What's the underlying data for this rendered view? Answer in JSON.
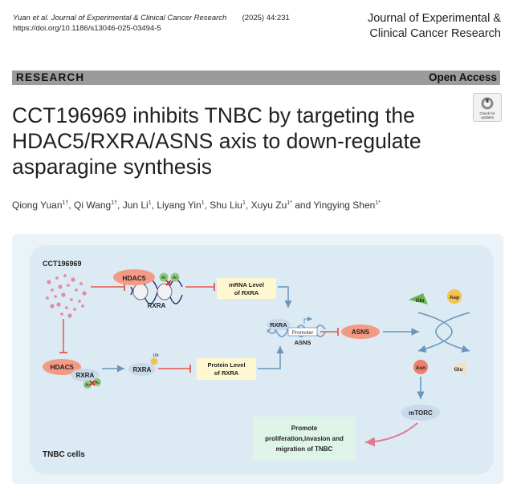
{
  "header": {
    "citation_authors": "Yuan et al.",
    "citation_journal": "Journal of Experimental & Clinical Cancer Research",
    "citation_volume": "(2025) 44:231",
    "doi": "https://doi.org/10.1186/s13046-025-03494-5",
    "journal_name_line1": "Journal of Experimental &",
    "journal_name_line2": "Clinical Cancer Research"
  },
  "banner": {
    "section": "RESEARCH",
    "access": "Open Access"
  },
  "updates_badge": {
    "line1": "Check for",
    "line2": "updates"
  },
  "title": {
    "line1": "CCT196969 inhibits TNBC by targeting the",
    "line2": "HDAC5/RXRA/ASNS axis to down-regulate",
    "line3": "asparagine synthesis"
  },
  "authors": [
    {
      "name": "Qiong Yuan",
      "sup": "1†",
      "sep": ", "
    },
    {
      "name": "Qi Wang",
      "sup": "1†",
      "sep": ", "
    },
    {
      "name": "Jun Li",
      "sup": "1",
      "sep": ", "
    },
    {
      "name": "Liyang Yin",
      "sup": "1",
      "sep": ", "
    },
    {
      "name": "Shu Liu",
      "sup": "1",
      "sep": ", "
    },
    {
      "name": "Xuyu Zu",
      "sup": "1*",
      "sep": " and "
    },
    {
      "name": "Yingying Shen",
      "sup": "1*",
      "sep": ""
    }
  ],
  "graphical_abstract": {
    "drug": "CCT196969",
    "hdac5": "HDAC5",
    "ac": "Ac",
    "rxra": "RXRA",
    "ub": "Ub",
    "mrna_line1": "mRNA  Level",
    "mrna_line2": "of RXRA",
    "protein_line1": "Protein  Level",
    "protein_line2": "of RXRA",
    "promoter": "Promoter",
    "asns": "ASNS",
    "gln": "Gln",
    "asp": "Asp",
    "asn": "Asn",
    "glu": "Glu",
    "mtorc": "mTORC",
    "outcome_line1": "Promote",
    "outcome_line2": "proliferation,invasion and",
    "outcome_line3": "migration of TNBC",
    "cell_label": "TNBC cells",
    "colors": {
      "background": "#eaf3f7",
      "cell": "#dbeaf3",
      "hdac": "#f49a84",
      "rxra": "#c8d9ea",
      "text_box": "#fff7d0",
      "outcome_box": "#dff4e8",
      "inhibit": "#e4574e",
      "arrow": "#6a95bd",
      "drug_dots": "#e58aa6"
    }
  }
}
